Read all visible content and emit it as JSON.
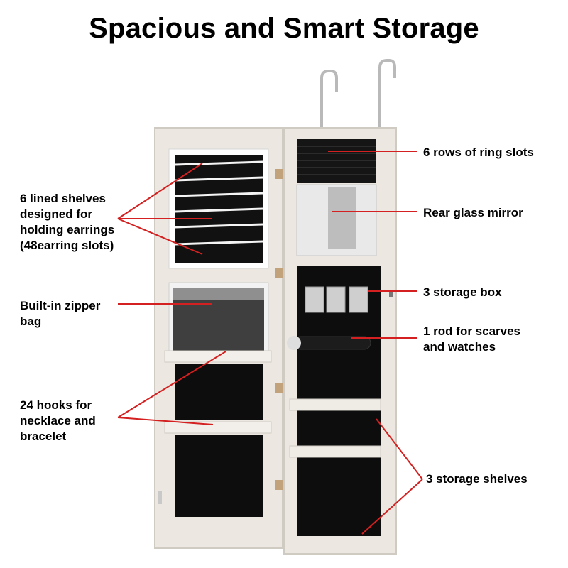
{
  "title": "Spacious and Smart Storage",
  "labels": {
    "ring_slots": "6 rows of ring slots",
    "mirror": "Rear glass mirror",
    "storage_box": "3 storage box",
    "rod": "1 rod for scarves\nand watches",
    "storage_shelves": "3 storage shelves",
    "earring_shelves": "6 lined shelves\ndesigned for\nholding earrings\n(48earring slots)",
    "zipper_bag": "Built-in zipper\nbag",
    "hooks": "24 hooks for\nnecklace and\nbracelet"
  },
  "colors": {
    "callout_line": "#d42020",
    "cabinet_wood": "#ece8e1",
    "lining": "#0d0d0d"
  }
}
